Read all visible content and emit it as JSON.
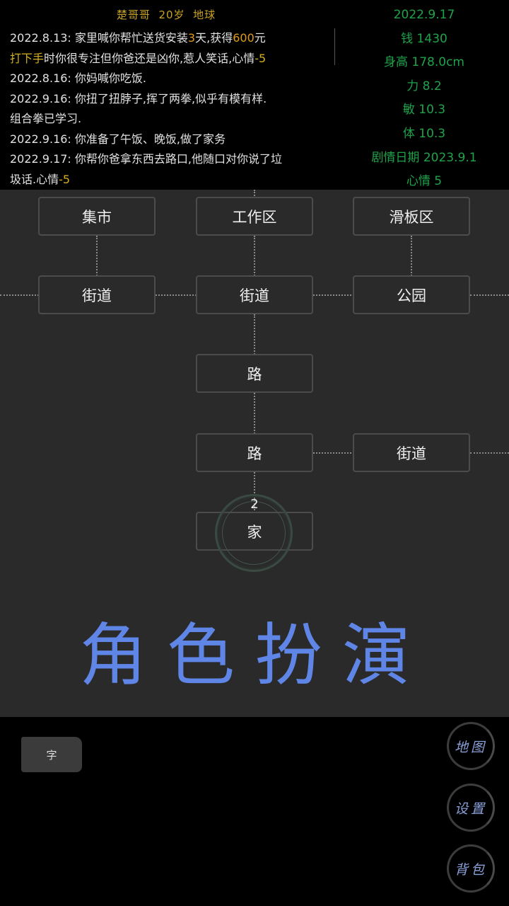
{
  "header": {
    "name": "楚哥哥",
    "age": "20岁",
    "location": "地球"
  },
  "log": [
    {
      "parts": [
        {
          "t": "2022.8.13: 家里喊你帮忙送货安装"
        },
        {
          "t": "3",
          "c": "hl-orange"
        },
        {
          "t": "天,获得"
        },
        {
          "t": "600",
          "c": "hl-orange"
        },
        {
          "t": "元"
        },
        {
          "br": true
        },
        {
          "t": "打下手",
          "c": "hl"
        },
        {
          "t": "时你很专注但你爸还是凶你,惹人笑话,心情"
        },
        {
          "t": "-5",
          "c": "hl"
        }
      ]
    },
    {
      "parts": [
        {
          "t": "2022.8.16: 你妈喊你吃饭."
        }
      ]
    },
    {
      "parts": [
        {
          "t": "2022.9.16: 你扭了扭脖子,挥了两拳,似乎有模有样."
        },
        {
          "br": true
        },
        {
          "t": "组合拳已学习."
        }
      ]
    },
    {
      "parts": [
        {
          "t": "2022.9.16: 你准备了午饭、晚饭,做了家务"
        }
      ]
    },
    {
      "parts": [
        {
          "t": "2022.9.17: 你帮你爸拿东西去路口,他随口对你说了垃"
        },
        {
          "br": true
        },
        {
          "t": "圾话.心情"
        },
        {
          "t": "-5",
          "c": "hl"
        }
      ]
    }
  ],
  "stats": {
    "date": "2022.9.17",
    "money": "钱 1430",
    "height": "身高 178.0cm",
    "strength": "力 8.2",
    "agility": "敏 10.3",
    "body": "体 10.3",
    "plot_date": "剧情日期 2023.9.1",
    "mood": "心情 5"
  },
  "map": {
    "nodes": {
      "market": "集市",
      "work_area": "工作区",
      "skate_area": "滑板区",
      "street_left": "街道",
      "street_mid": "街道",
      "park": "公园",
      "road_upper": "路",
      "road_lower": "路",
      "street_right": "街道",
      "home": "家"
    },
    "steps": "2"
  },
  "banner": "角色扮演",
  "bottom": {
    "char_tag": "字",
    "buttons": {
      "map": "地图",
      "settings": "设置",
      "bag": "背包"
    }
  },
  "colors": {
    "stats_green": "#1fa34a",
    "header_gold": "#c8a227",
    "highlight_orange": "#e09a1a",
    "banner_blue": "#5f86e6",
    "map_bg": "#2a2a2a"
  }
}
